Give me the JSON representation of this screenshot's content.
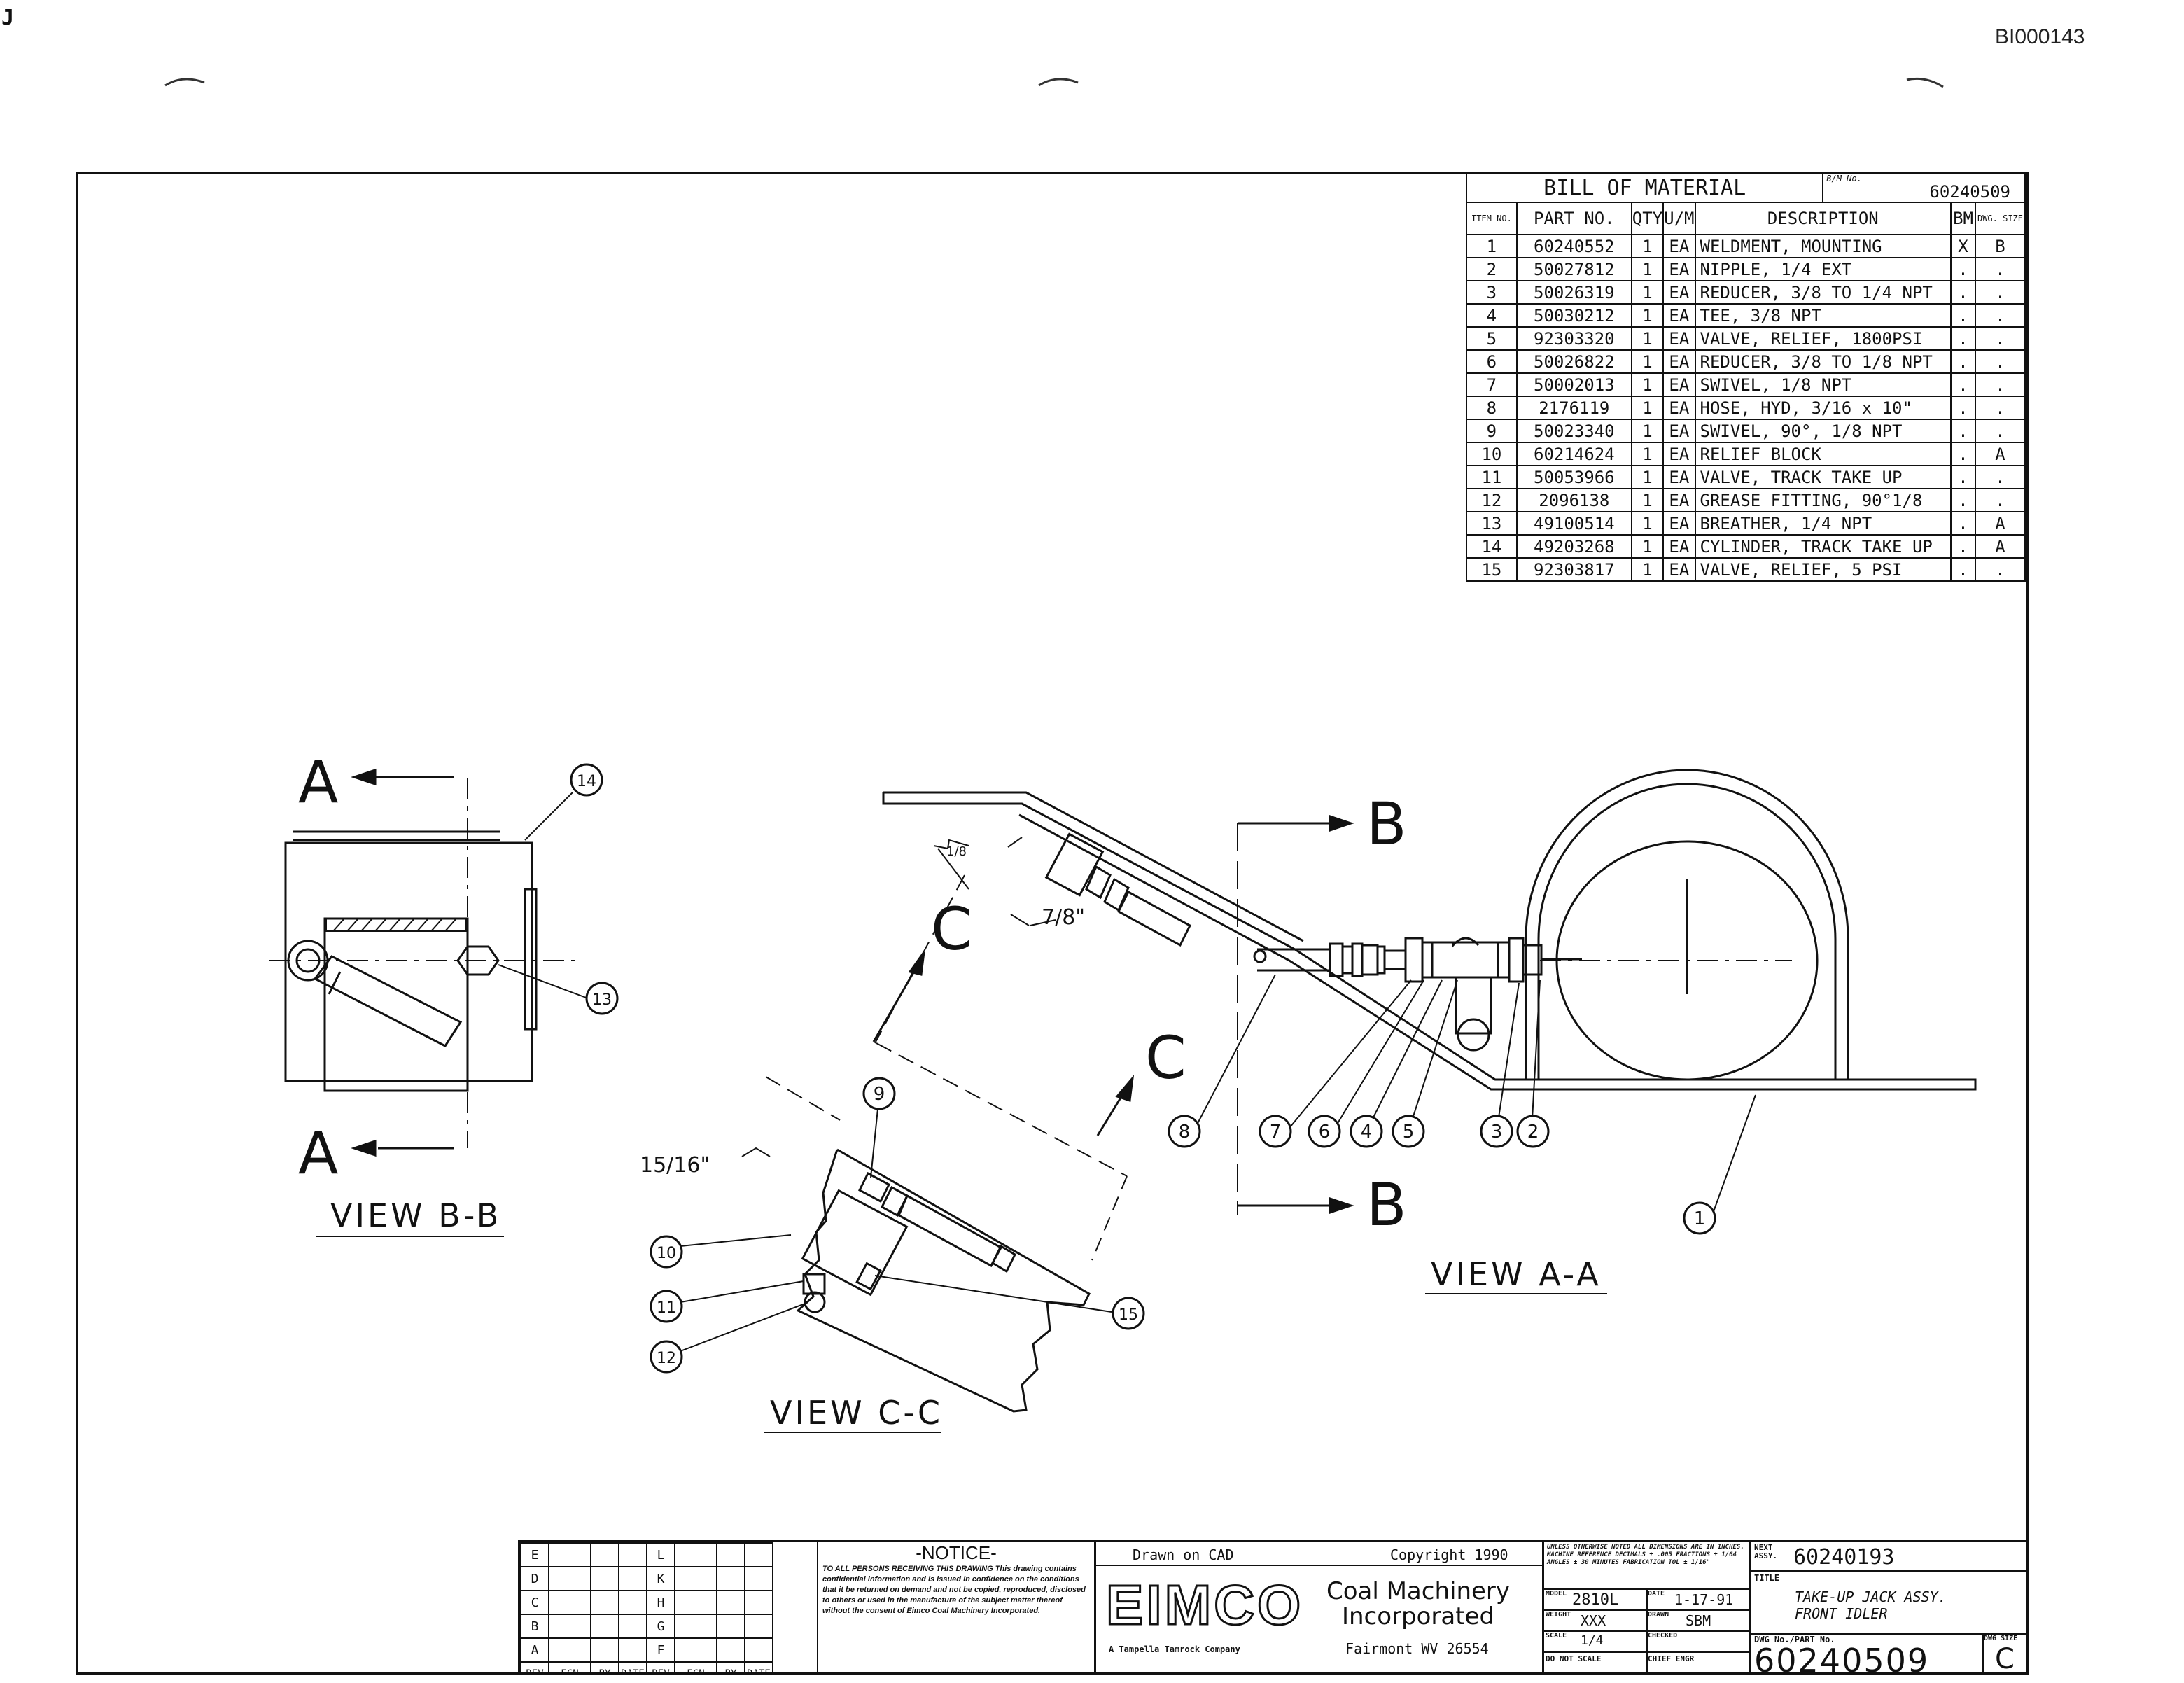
{
  "page": {
    "doc_id": "BI000143",
    "corner_mark": "J"
  },
  "bom": {
    "title": "BILL OF MATERIAL",
    "bm_label": "B/M No.",
    "bm_no": "60240509",
    "headers": {
      "item": "ITEM NO.",
      "part": "PART NO.",
      "qty": "QTY",
      "um": "U/M",
      "desc": "DESCRIPTION",
      "bm": "BM",
      "dwg": "DWG. SIZE"
    },
    "rows": [
      {
        "item": "1",
        "part": "60240552",
        "qty": "1",
        "um": "EA",
        "desc": "WELDMENT, MOUNTING",
        "bm": "X",
        "dwg": "B"
      },
      {
        "item": "2",
        "part": "50027812",
        "qty": "1",
        "um": "EA",
        "desc": "NIPPLE, 1/4 EXT",
        "bm": ".",
        "dwg": "."
      },
      {
        "item": "3",
        "part": "50026319",
        "qty": "1",
        "um": "EA",
        "desc": "REDUCER, 3/8 TO 1/4 NPT",
        "bm": ".",
        "dwg": "."
      },
      {
        "item": "4",
        "part": "50030212",
        "qty": "1",
        "um": "EA",
        "desc": "TEE, 3/8 NPT",
        "bm": ".",
        "dwg": "."
      },
      {
        "item": "5",
        "part": "92303320",
        "qty": "1",
        "um": "EA",
        "desc": "VALVE, RELIEF, 1800PSI",
        "bm": ".",
        "dwg": "."
      },
      {
        "item": "6",
        "part": "50026822",
        "qty": "1",
        "um": "EA",
        "desc": "REDUCER, 3/8 TO 1/8 NPT",
        "bm": ".",
        "dwg": "."
      },
      {
        "item": "7",
        "part": "50002013",
        "qty": "1",
        "um": "EA",
        "desc": "SWIVEL, 1/8 NPT",
        "bm": ".",
        "dwg": "."
      },
      {
        "item": "8",
        "part": "2176119",
        "qty": "1",
        "um": "EA",
        "desc": "HOSE, HYD, 3/16 x 10\"",
        "bm": ".",
        "dwg": "."
      },
      {
        "item": "9",
        "part": "50023340",
        "qty": "1",
        "um": "EA",
        "desc": "SWIVEL, 90°, 1/8 NPT",
        "bm": ".",
        "dwg": "."
      },
      {
        "item": "10",
        "part": "60214624",
        "qty": "1",
        "um": "EA",
        "desc": "RELIEF BLOCK",
        "bm": ".",
        "dwg": "A"
      },
      {
        "item": "11",
        "part": "50053966",
        "qty": "1",
        "um": "EA",
        "desc": "VALVE, TRACK TAKE UP",
        "bm": ".",
        "dwg": "."
      },
      {
        "item": "12",
        "part": "2096138",
        "qty": "1",
        "um": "EA",
        "desc": "GREASE FITTING, 90°1/8",
        "bm": ".",
        "dwg": "."
      },
      {
        "item": "13",
        "part": "49100514",
        "qty": "1",
        "um": "EA",
        "desc": "BREATHER, 1/4 NPT",
        "bm": ".",
        "dwg": "A"
      },
      {
        "item": "14",
        "part": "49203268",
        "qty": "1",
        "um": "EA",
        "desc": "CYLINDER, TRACK TAKE UP",
        "bm": ".",
        "dwg": "A"
      },
      {
        "item": "15",
        "part": "92303817",
        "qty": "1",
        "um": "EA",
        "desc": "VALVE, RELIEF, 5 PSI",
        "bm": ".",
        "dwg": "."
      }
    ]
  },
  "views": {
    "bb": {
      "title": "VIEW B-B",
      "section_letter": "A"
    },
    "aa": {
      "title": "VIEW A-A",
      "section_letter": "B"
    },
    "cc": {
      "title": "VIEW C-C",
      "section_letter": "C",
      "dim_15_16": "15/16\"",
      "dim_7_8": "7/8\"",
      "dim_weld": "1/8"
    }
  },
  "balloons": [
    "1",
    "2",
    "3",
    "4",
    "5",
    "6",
    "7",
    "8",
    "9",
    "10",
    "11",
    "12",
    "13",
    "14",
    "15"
  ],
  "title_block": {
    "rev_letters_left": [
      "E",
      "D",
      "C",
      "B",
      "A"
    ],
    "rev_letters_right": [
      "L",
      "K",
      "H",
      "G",
      "F"
    ],
    "rev_headers": [
      "REV",
      "ECN",
      "BY",
      "DATE",
      "REV",
      "ECN",
      "BY",
      "DATE"
    ],
    "notice_title": "-NOTICE-",
    "notice_body": "TO ALL PERSONS RECEIVING THIS DRAWING This drawing contains confidential information and is issued in confidence on the conditions that it be returned on demand and not be copied, reproduced, disclosed to others or used in the manufacture of the subject matter thereof without the consent of Eimco Coal Machinery Incorporated.",
    "drawn_on": "Drawn on CAD",
    "copyright": "Copyright 1990",
    "company_logo": "EIMCO",
    "company_line1": "Coal Machinery",
    "company_line2": "Incorporated",
    "company_location": "Fairmont WV 26554",
    "tamrock": "A Tampella Tamrock Company",
    "tolerance_note": "UNLESS OTHERWISE NOTED ALL DIMENSIONS ARE IN INCHES. MACHINE REFERENCE DECIMALS ± .005 FRACTIONS ± 1/64 ANGLES ± 30 MINUTES FABRICATION TOL ± 1/16\"",
    "model_label": "MODEL",
    "model": "2810L",
    "date_label": "DATE",
    "date": "1-17-91",
    "weight_label": "WEIGHT",
    "weight": "XXX",
    "drawn_label": "DRAWN",
    "drawn": "SBM",
    "scale_label": "SCALE",
    "scale": "1/4",
    "checked_label": "CHECKED",
    "do_not_scale": "DO NOT SCALE",
    "chief_eng": "CHIEF ENGR",
    "next_assy_label": "NEXT ASSY.",
    "next_assy": "60240193",
    "title_label": "TITLE",
    "title_line1": "TAKE-UP JACK ASSY.",
    "title_line2": "FRONT IDLER",
    "dwg_no_label": "DWG No./PART No.",
    "dwg_no": "60240509",
    "dwg_size_label": "DWG SIZE",
    "dwg_size": "C"
  }
}
